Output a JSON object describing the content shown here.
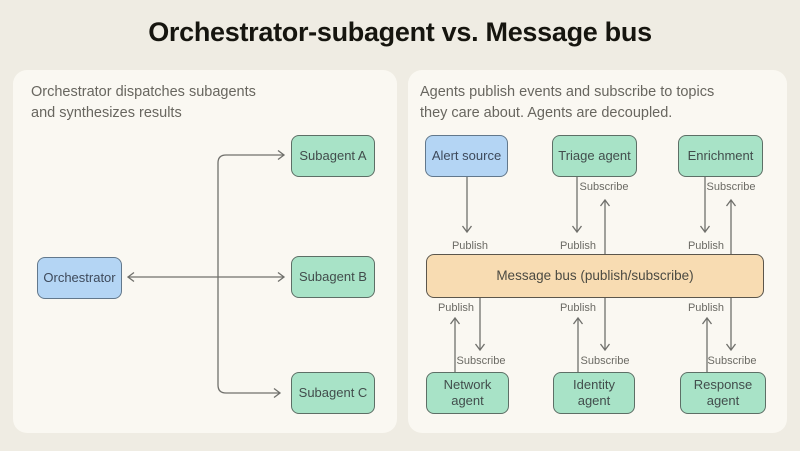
{
  "title": "Orchestrator-subagent vs. Message bus",
  "left": {
    "caption": [
      "Orchestrator dispatches subagents",
      "and synthesizes results"
    ],
    "orchestrator_label": "Orchestrator",
    "subagent_a": "Subagent A",
    "subagent_b": "Subagent B",
    "subagent_c": "Subagent C"
  },
  "right": {
    "caption": [
      "Agents publish events and subscribe to topics",
      "they care about. Agents are decoupled."
    ],
    "top_agents": [
      "Alert source",
      "Triage agent",
      "Enrichment"
    ],
    "bus_label": "Message bus (publish/subscribe)",
    "bottom_agents": [
      {
        "line1": "Network",
        "line2": "agent"
      },
      {
        "line1": "Identity",
        "line2": "agent"
      },
      {
        "line1": "Response",
        "line2": "agent"
      }
    ],
    "publish_label": "Publish",
    "subscribe_label": "Subscribe"
  },
  "colors": {
    "background": "#EFECE3",
    "panel": "#FAF8F2",
    "green_fill": "#A8E3C7",
    "green_border": "#5D6F66",
    "blue_fill": "#B4D5F4",
    "blue_border": "#62788C",
    "bus_fill": "#F8DCB2",
    "bus_border": "#5B564C",
    "connector_line": "#70706C",
    "title_text": "#16150F",
    "caption_text": "#68665F",
    "box_text": "#424D4C"
  }
}
